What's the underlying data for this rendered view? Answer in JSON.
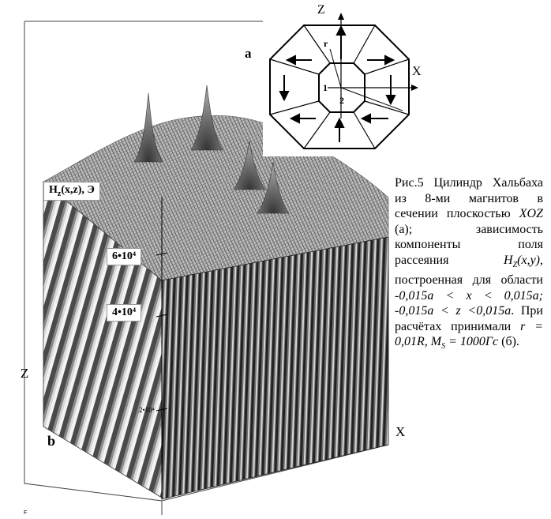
{
  "figure": {
    "panel_a_label": "a",
    "panel_b_label": "b",
    "inset": {
      "axis_z": "Z",
      "axis_x": "X",
      "label_r": "r",
      "label_1": "1",
      "label_2": "2"
    },
    "plot": {
      "y_title": "Hz(x,z), Э",
      "y_title_main": "H",
      "y_title_sub": "z",
      "y_title_rest": "(x,z), Э",
      "tick_6": "6•10⁴",
      "tick_4": "4•10⁴",
      "tick_small": "2•10⁴",
      "axis_z_left": "Z",
      "axis_x_bottom": "X",
      "corner_mark": "F"
    }
  },
  "caption": {
    "p1": "Рис.5 Цилиндр Хальбаха из 8-ми магнитов в сечении плоскостью ",
    "p1_italic": "XOZ",
    "p2": " (а); зависимость компоненты поля рассеяния ",
    "p2_italic": "H",
    "p2_sub": "Z",
    "p2_italic2": "(x,y)",
    "p3": ", построенная для области ",
    "p3_italic": "-0,015a < x < 0,015a; -0,015a < z <0,015a",
    "p4": ". При расчётах принимали ",
    "p4_italic": "r = 0,01R",
    "p5": ", ",
    "p5_italic": "M",
    "p5_sub": "S",
    "p5_italic2": " = 1000Гс",
    "p6": " (б)."
  }
}
